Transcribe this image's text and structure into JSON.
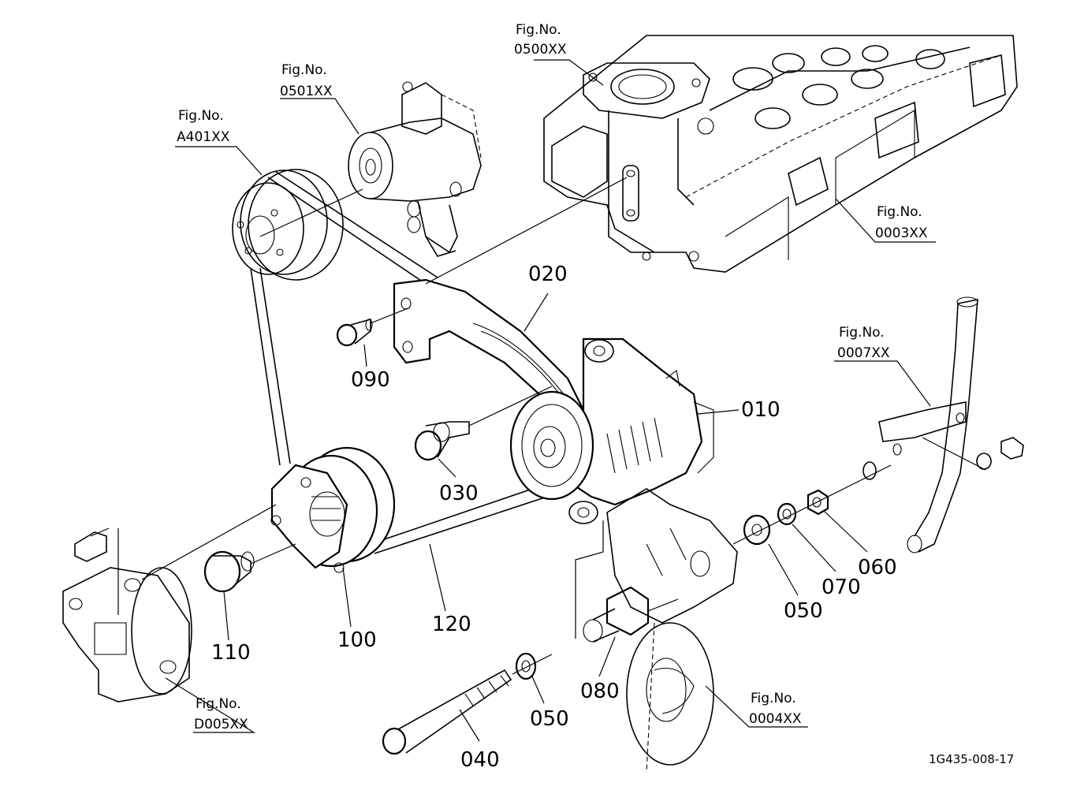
{
  "diagram": {
    "document_id": "1G435-008-17",
    "part_labels": {
      "p010": "010",
      "p020": "020",
      "p030": "030",
      "p040": "040",
      "p050a": "050",
      "p050b": "050",
      "p060": "060",
      "p070": "070",
      "p080": "080",
      "p090": "090",
      "p100": "100",
      "p110": "110",
      "p120": "120"
    },
    "figure_refs": {
      "f0500": {
        "prefix": "Fig.No.",
        "number": "0500XX"
      },
      "f0501": {
        "prefix": "Fig.No.",
        "number": "0501XX"
      },
      "fA401": {
        "prefix": "Fig.No.",
        "number": "A401XX"
      },
      "f0003": {
        "prefix": "Fig.No.",
        "number": "0003XX"
      },
      "f0007": {
        "prefix": "Fig.No.",
        "number": "0007XX"
      },
      "f0004": {
        "prefix": "Fig.No.",
        "number": "0004XX"
      },
      "fD005": {
        "prefix": "Fig.No.",
        "number": "D005XX"
      }
    }
  }
}
